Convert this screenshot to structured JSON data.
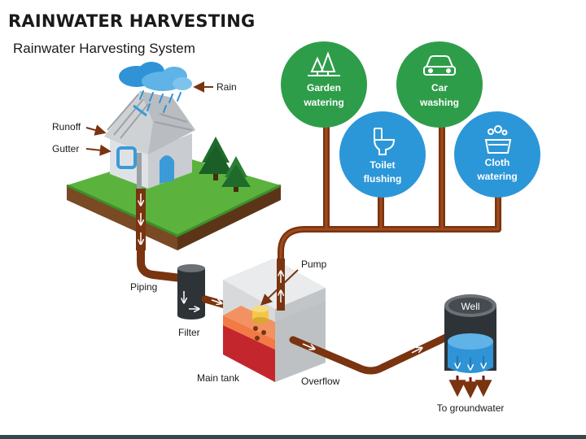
{
  "title": "RAINWATER HARVESTING",
  "subtitle": "Rainwater Harvesting System",
  "labels": {
    "rain": "Rain",
    "runoff": "Runoff",
    "gutter": "Gutter",
    "piping": "Piping",
    "filter": "Filter",
    "pump": "Pump",
    "main_tank": "Main tank",
    "overflow": "Overflow",
    "well": "Well",
    "groundwater": "To groundwater"
  },
  "uses": {
    "garden": [
      "Garden",
      "watering"
    ],
    "car": [
      "Car",
      "washing"
    ],
    "toilet": [
      "Toilet",
      "flushing"
    ],
    "cloth": [
      "Cloth",
      "watering"
    ]
  },
  "colors": {
    "pipe": "#7a3410",
    "green_circle": "#2e9d4a",
    "blue_circle": "#2b97d8",
    "grass": "#5bb33e",
    "tank_water": "#f27a45",
    "tank_dark": "#c4262e",
    "well_water": "#2f93d6"
  }
}
